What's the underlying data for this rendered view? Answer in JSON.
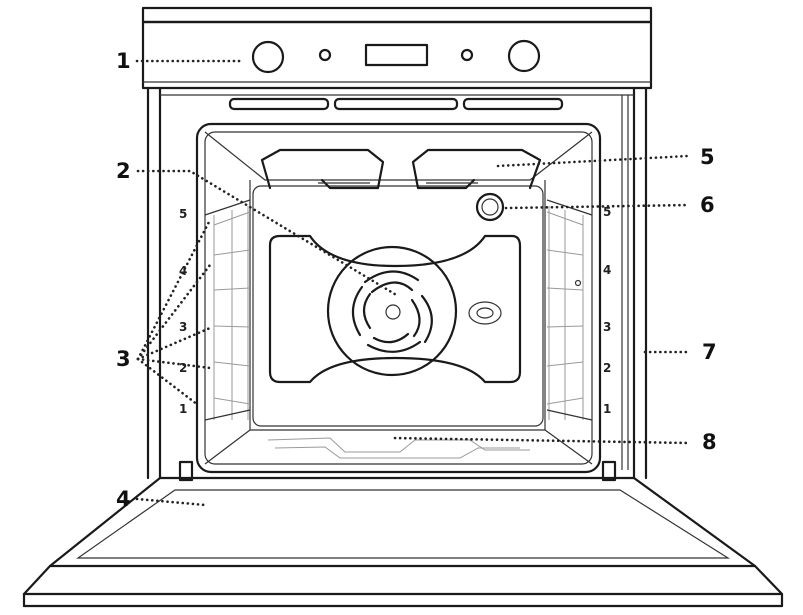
{
  "callouts": [
    {
      "id": "1",
      "label": "1"
    },
    {
      "id": "2",
      "label": "2"
    },
    {
      "id": "3",
      "label": "3"
    },
    {
      "id": "4",
      "label": "4"
    },
    {
      "id": "5",
      "label": "5"
    },
    {
      "id": "6",
      "label": "6"
    },
    {
      "id": "7",
      "label": "7"
    },
    {
      "id": "8",
      "label": "8"
    }
  ],
  "shelf_levels": {
    "left": [
      "5",
      "4",
      "3",
      "2",
      "1"
    ],
    "right": [
      "5",
      "4",
      "3",
      "2",
      "1"
    ]
  }
}
